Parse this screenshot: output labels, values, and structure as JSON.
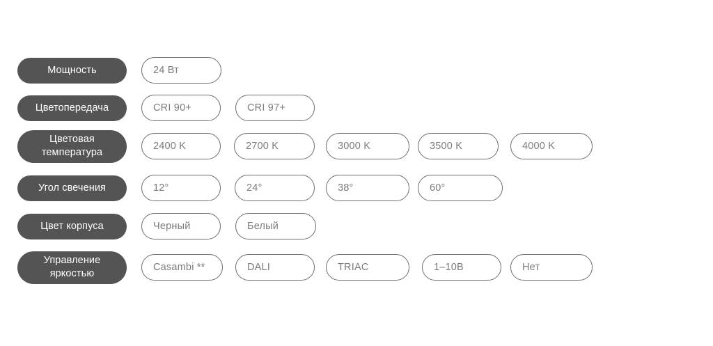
{
  "page": {
    "background_color": "#ffffff",
    "label_pill_color": "#545454",
    "label_text_color": "#ffffff",
    "option_border_color": "#6e6e6e",
    "option_text_color": "#7c7c7c"
  },
  "rows": [
    {
      "label": "Мощность",
      "label_lines": [
        "Мощность"
      ],
      "options": [
        {
          "text": "24 Вт",
          "width": 115
        }
      ]
    },
    {
      "label": "Цветопередача",
      "label_lines": [
        "Цветопередача"
      ],
      "options": [
        {
          "text": "CRI 90+",
          "width": 114
        },
        {
          "text": "CRI 97+",
          "width": 114
        }
      ]
    },
    {
      "label": "Цветовая температура",
      "label_lines": [
        "Цветовая",
        "температура"
      ],
      "options": [
        {
          "text": "2400 K",
          "width": 114
        },
        {
          "text": "2700 K",
          "width": 116
        },
        {
          "text": "3000 K",
          "width": 120
        },
        {
          "text": "3500 K",
          "width": 116
        },
        {
          "text": "4000 K",
          "width": 118
        }
      ]
    },
    {
      "label": "Угол свечения",
      "label_lines": [
        "Угол свечения"
      ],
      "options": [
        {
          "text": "12°",
          "width": 114
        },
        {
          "text": "24°",
          "width": 115
        },
        {
          "text": "38°",
          "width": 120
        },
        {
          "text": "60°",
          "width": 122
        }
      ]
    },
    {
      "label": "Цвет корпуса",
      "label_lines": [
        "Цвет корпуса"
      ],
      "options": [
        {
          "text": "Черный",
          "width": 114
        },
        {
          "text": "Белый",
          "width": 116
        }
      ]
    },
    {
      "label": "Управление яркостью",
      "label_lines": [
        "Управление",
        "яркостью"
      ],
      "options": [
        {
          "text": "Casambi **",
          "width": 117
        },
        {
          "text": "DALI",
          "width": 114
        },
        {
          "text": "TRIAC",
          "width": 120
        },
        {
          "text": "1–10В",
          "width": 114
        },
        {
          "text": "Нет",
          "width": 118
        }
      ]
    }
  ]
}
